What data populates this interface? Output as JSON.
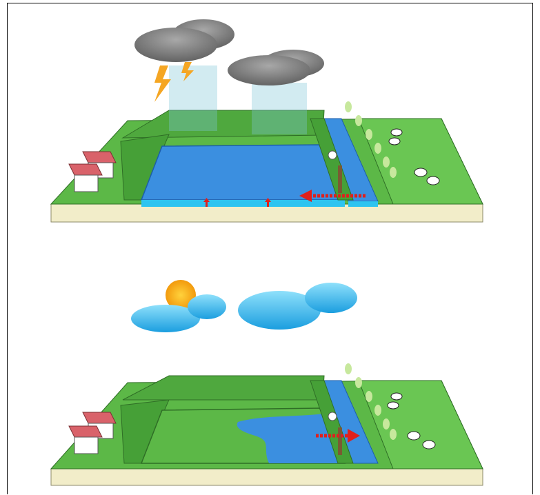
{
  "figure": {
    "panels": [
      {
        "id": "wet-weather",
        "weather": "thunderstorm",
        "basin_state": "filling",
        "flow_direction": "inflow"
      },
      {
        "id": "dry-weather",
        "weather": "sunny",
        "basin_state": "draining",
        "flow_direction": "outflow"
      }
    ],
    "colors": {
      "grass": "#5cb847",
      "grass_dark": "#3e8f31",
      "water": "#3b8fe0",
      "water_light": "#2ec4f0",
      "soil": "#f2edc9",
      "arrow": "#e0201c",
      "storm_cloud": "#7a7a7a",
      "sky_cloud": "#2aa8e4",
      "sun": "#f7a516",
      "house_roof": "#d9626a"
    },
    "icons": [
      "storm-cloud-icon",
      "lightning-icon",
      "rain-icon",
      "sun-icon",
      "cloud-icon",
      "house-icon",
      "cow-icon",
      "tree-icon",
      "sluice-gate-icon",
      "flow-arrow-icon"
    ]
  }
}
